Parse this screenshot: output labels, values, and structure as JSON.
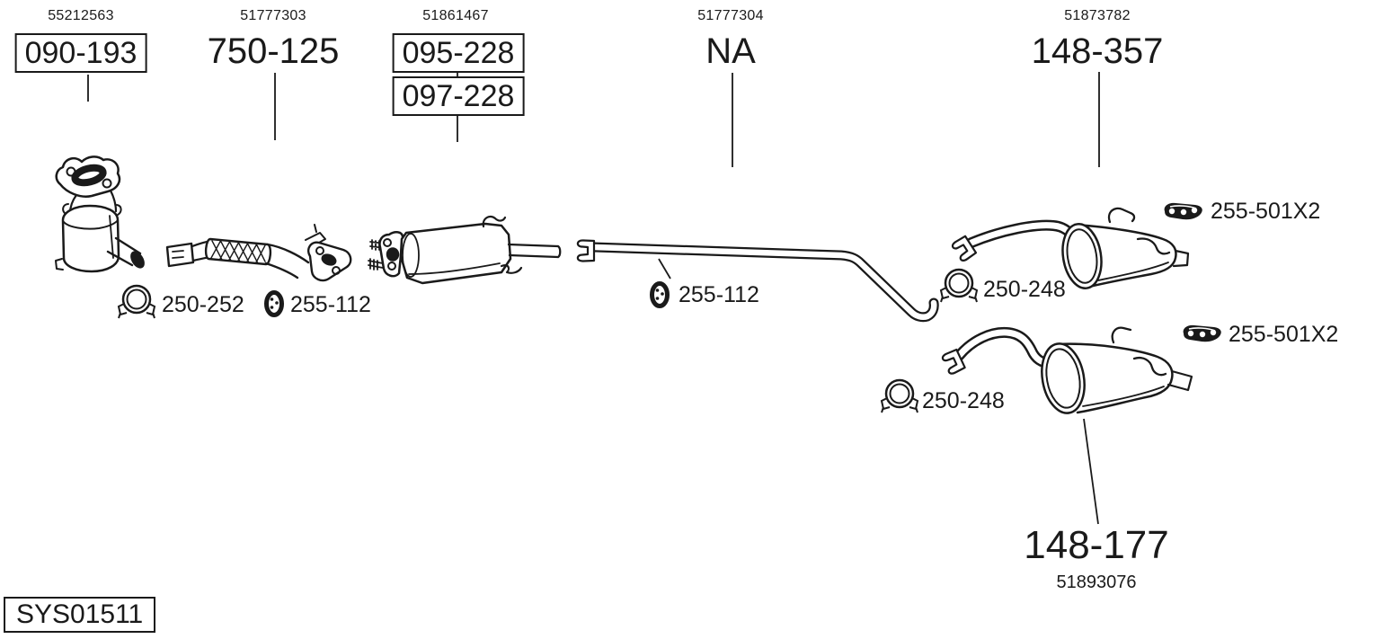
{
  "page": {
    "ink": "#1a1a1a",
    "background": "#ffffff"
  },
  "part_groups": [
    {
      "oem": "55212563",
      "codes": [
        "090-193"
      ]
    },
    {
      "oem": "51777303",
      "codes": [
        "750-125"
      ]
    },
    {
      "oem": "51861467",
      "codes": [
        "095-228",
        "097-228"
      ]
    },
    {
      "oem": "51777304",
      "codes": [
        "NA"
      ]
    },
    {
      "oem": "51873782",
      "codes": [
        "148-357"
      ]
    },
    {
      "oem": "51893076",
      "codes": [
        "148-177"
      ]
    }
  ],
  "fitting_labels": [
    {
      "icon": "pipe-clamp-icon",
      "code": "250-252"
    },
    {
      "icon": "rubber-hanger-icon",
      "code": "255-112"
    },
    {
      "icon": "rubber-hanger-icon",
      "code": "255-112"
    },
    {
      "icon": "pipe-clamp-icon",
      "code": "250-248"
    },
    {
      "icon": "mount-bracket-icon",
      "code": "255-501X2"
    },
    {
      "icon": "pipe-clamp-icon",
      "code": "250-248"
    },
    {
      "icon": "mount-bracket-icon",
      "code": "255-501X2"
    }
  ],
  "system_id": "SYS01511"
}
